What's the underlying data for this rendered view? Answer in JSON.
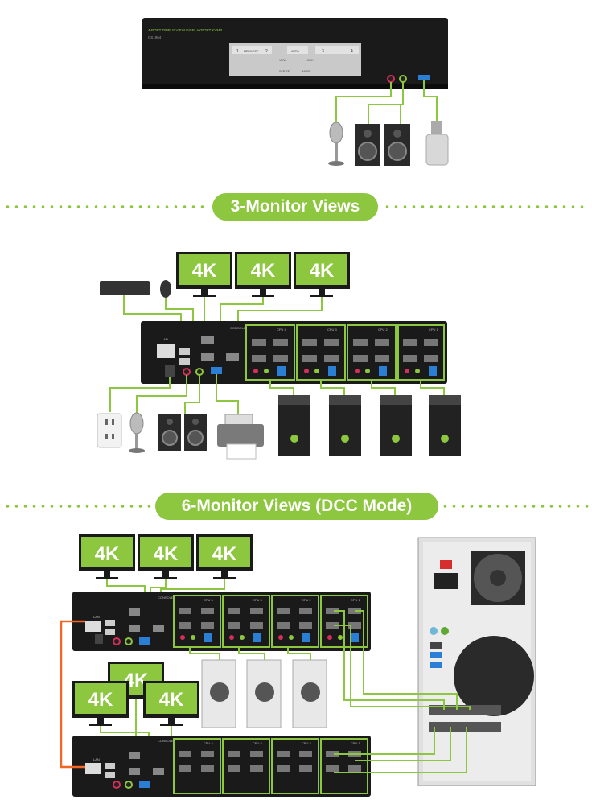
{
  "kvm_top": {
    "model_line": "4-PORT TRIPLE VIEW DISPLAYPORT KVMP",
    "model_code": "CS1964",
    "front_port_labels": [
      "1",
      "2",
      "3",
      "4"
    ],
    "front_mode_labels": [
      "MENU/ESC",
      "AUTO",
      "VIEW",
      "LOCK",
      "SCR SEL",
      "MODE"
    ]
  },
  "banners": {
    "three_monitor": "3-Monitor Views",
    "six_monitor": "6-Monitor Views (DCC Mode)"
  },
  "monitor_label": "4K",
  "rear_panel": {
    "cpu_labels": [
      "CPU 4",
      "CPU 3",
      "CPU 2",
      "CPU 1"
    ],
    "console_label": "CONSOLE",
    "lan_label": "LAN"
  },
  "colors": {
    "accent_green": "#8dc63f",
    "cable_orange": "#f26522",
    "device_black": "#1a1a1a",
    "text_white": "#ffffff"
  },
  "icons": [
    "microphone-icon",
    "speaker-icon",
    "usb-drive-icon",
    "keyboard-icon",
    "mouse-icon",
    "power-outlet-icon",
    "printer-icon",
    "pc-tower-icon",
    "monitor-icon",
    "kvm-switch-icon"
  ]
}
